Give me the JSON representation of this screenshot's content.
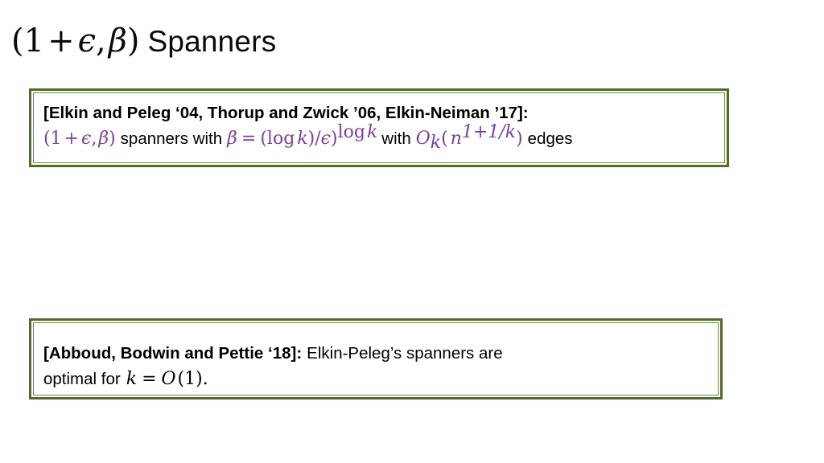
{
  "slide": {
    "title": {
      "open_paren": "(",
      "one": "1",
      "plus": "+",
      "epsilon": "ϵ",
      "comma": ",",
      "beta": "β",
      "close_paren": ")",
      "word": "Spanners",
      "full_text": "(1 + ϵ, β) Spanners"
    },
    "background_color": "#ffffff"
  },
  "callouts": [
    {
      "id": "elkin-peleg",
      "border_color": "#50692f",
      "citation": "[Elkin and Peleg ‘04, Thorup and Zwick ’06, Elkin-Neiman ’17]:",
      "math_color": "#7b3f9d",
      "body": {
        "full_text": "(1 + ϵ, β) spanners with β = (log k)/ϵ)^{log k} with O_k( n^{1+1/k} ) edges",
        "frag_tuple_open": "(",
        "frag_one": "1",
        "frag_plus": "+",
        "frag_epsilon": "ϵ",
        "frag_comma": ",",
        "frag_beta": "β",
        "frag_tuple_close": ")",
        "word_spanners_with": "spanners with",
        "frag_beta2": "β",
        "frag_equals": "=",
        "frag_paren_open": "(",
        "frag_log": "log",
        "frag_k": "k",
        "frag_paren_close": ")",
        "frag_slash": "/",
        "frag_epsilon2": "ϵ",
        "frag_paren_close2": ")",
        "frag_exp_log": "log",
        "frag_exp_k": "k",
        "word_with": "with",
        "frag_O": "O",
        "frag_O_sub": "k",
        "frag_n_open": "(",
        "frag_n": "n",
        "frag_n_exp": "1+1/k",
        "frag_n_close": ")",
        "word_edges": "edges"
      }
    },
    {
      "id": "abboud-bodwin-pettie",
      "border_color": "#50692f",
      "citation": "[Abboud, Bodwin and Pettie ‘18]:",
      "line1_rest": "Elkin-Peleg’s spanners are",
      "line2": {
        "full_text": "optimal for k = O(1).",
        "word_optimal_for": "optimal for",
        "frag_k": "k",
        "frag_equals": "=",
        "frag_O": "O",
        "frag_paren_open": "(",
        "frag_one": "1",
        "frag_paren_close": ")",
        "frag_period": "."
      }
    }
  ]
}
